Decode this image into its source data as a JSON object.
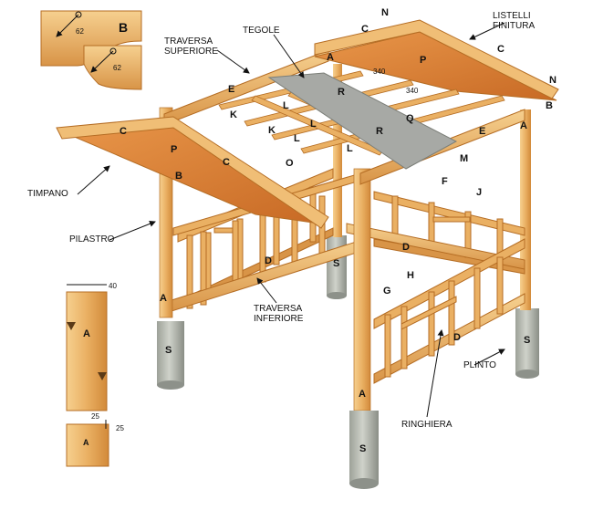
{
  "labels": {
    "listelli_finitura": "LISTELLI\nFINITURA",
    "tegole": "TEGOLE",
    "traversa_superiore": "TRAVERSA\nSUPERIORE",
    "timpano": "TIMPANO",
    "pilastro": "PILASTRO",
    "traversa_inferiore": "TRAVERSA\nINFERIORE",
    "ringhiera": "RINGHIERA",
    "plinto": "PLINTO"
  },
  "letters": {
    "A": "A",
    "B": "B",
    "C": "C",
    "D": "D",
    "E": "E",
    "F": "F",
    "G": "G",
    "H": "H",
    "J": "J",
    "K": "K",
    "L": "L",
    "M": "M",
    "N": "N",
    "O": "O",
    "P": "P",
    "Q": "Q",
    "R": "R",
    "S": "S"
  },
  "dimensions": {
    "d340": "340",
    "d62": "62",
    "d40": "40",
    "d25": "25"
  },
  "colors": {
    "wood_light": "#f3c57c",
    "wood_mid": "#e4a552",
    "wood_dark": "#c97a2a",
    "roof_red": "#d8782f",
    "tile_grey": "#a7a9a5",
    "concrete": "#b9bcb4",
    "concrete_dark": "#8d918a"
  }
}
